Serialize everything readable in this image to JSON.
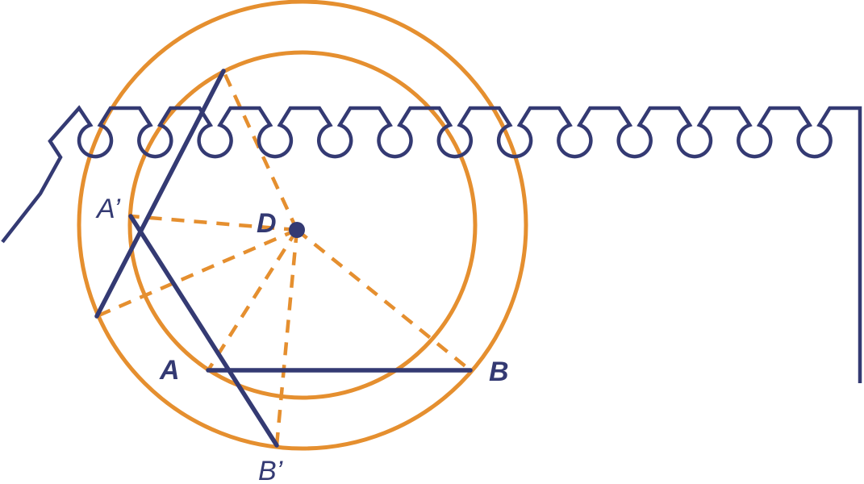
{
  "colors": {
    "navy": "#343a73",
    "orange": "#e58f2f"
  },
  "labels": {
    "a_prime": "A’",
    "d": "D",
    "a": "A",
    "b": "B",
    "b_prime": "B’"
  }
}
